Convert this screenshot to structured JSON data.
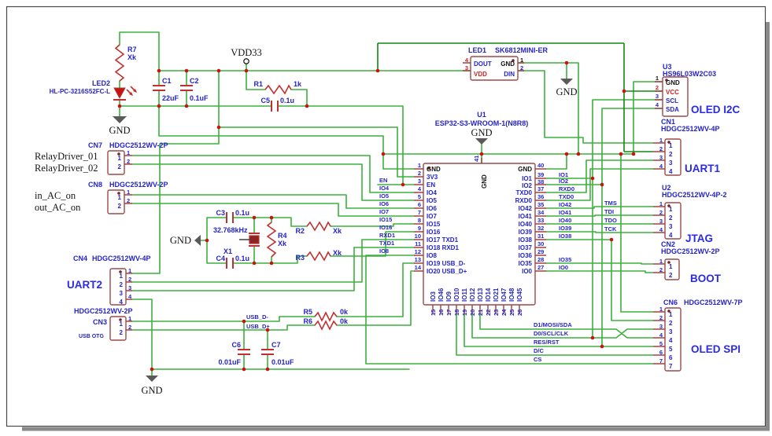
{
  "power": {
    "vdd33": "VDD33",
    "gnd": "GND"
  },
  "top_left": {
    "r7_ref": "R7",
    "r7_val": "Xk",
    "led2_ref": "LED2",
    "led2_val": "HL-PC-3216S52FC-L",
    "c1_ref": "C1",
    "c1_val": "22uF",
    "c2_ref": "C2",
    "c2_val": "0.1uF"
  },
  "reset": {
    "r1_ref": "R1",
    "r1_val": "1k",
    "c5_ref": "C5",
    "c5_val": "0.1u"
  },
  "led1": {
    "ref": "LED1",
    "value": "SK6812MINI-ER",
    "p4": "4",
    "p3": "3",
    "p1": "1",
    "p2": "2",
    "dout": "DOUT",
    "vdd": "VDD",
    "gnd": "GND",
    "din": "DIN"
  },
  "u3": {
    "ref": "U3",
    "value": "HS96L03W2C03",
    "label": "OLED I2C",
    "nums": [
      "1",
      "2",
      "3",
      "4"
    ],
    "names": [
      "GND",
      "VCC",
      "SCL",
      "SDA"
    ]
  },
  "cn1": {
    "ref": "CN1",
    "value": "HDGC2512WV-4P",
    "label": "UART1",
    "nums": [
      "1",
      "2",
      "3",
      "4"
    ]
  },
  "u2": {
    "ref": "U2",
    "value": "HDGC2512WV-4P-2",
    "label": "JTAG",
    "nums": [
      "1",
      "2",
      "3",
      "4"
    ],
    "nets": [
      "TMS",
      "TDI",
      "TDO",
      "TCK"
    ]
  },
  "cn2": {
    "ref": "CN2",
    "value": "HDGC2512WV-2P",
    "label": "BOOT",
    "nums": [
      "1",
      "2"
    ]
  },
  "cn6": {
    "ref": "CN6",
    "value": "HDGC2512WV-7P",
    "label": "OLED SPI",
    "nums": [
      "1",
      "2",
      "3",
      "4",
      "5",
      "6",
      "7"
    ],
    "nets": [
      "D1/MOSI/SDA",
      "D0/SCL/CLK",
      "RES/RST",
      "D/C",
      "CS"
    ]
  },
  "u1": {
    "ref": "U1",
    "value": "ESP32-S3-WROOM-1(N8R8)",
    "pin41": "41",
    "pin41_name": "GND",
    "left_pins": [
      [
        "1",
        "GND"
      ],
      [
        "2",
        "3V3"
      ],
      [
        "3",
        "EN"
      ],
      [
        "4",
        "IO4"
      ],
      [
        "5",
        "IO5"
      ],
      [
        "6",
        "IO6"
      ],
      [
        "7",
        "IO7"
      ],
      [
        "8",
        "IO15"
      ],
      [
        "9",
        "IO16"
      ],
      [
        "10",
        "IO17 TXD1"
      ],
      [
        "11",
        "IO18 RXD1"
      ],
      [
        "12",
        "IO8"
      ],
      [
        "13",
        "IO19 USB_D-"
      ],
      [
        "14",
        "IO20 USB_D+"
      ]
    ],
    "left_nets": [
      "EN",
      "IO4",
      "IO5",
      "IO6",
      "IO7",
      "IO15",
      "IO16",
      "RXD1",
      "TXD1",
      "IO8"
    ],
    "right_pins": [
      [
        "40",
        "GND"
      ],
      [
        "39",
        "IO1"
      ],
      [
        "38",
        "IO2"
      ],
      [
        "37",
        "TXD0"
      ],
      [
        "36",
        "RXD0"
      ],
      [
        "35",
        "IO42"
      ],
      [
        "34",
        "IO41"
      ],
      [
        "33",
        "IO40"
      ],
      [
        "32",
        "IO39"
      ],
      [
        "31",
        "IO38"
      ],
      [
        "30",
        "IO37"
      ],
      [
        "29",
        "IO36"
      ],
      [
        "28",
        "IO35"
      ],
      [
        "27",
        "IO0"
      ]
    ],
    "right_nets": [
      "IO1",
      "IO2",
      "RXD0",
      "TXD0",
      "IO42",
      "IO41",
      "IO40",
      "IO39",
      "IO38",
      "IO35",
      "IO0"
    ],
    "bottom_pins": [
      [
        "15",
        "IO3"
      ],
      [
        "16",
        "IO46"
      ],
      [
        "17",
        "IO9"
      ],
      [
        "18",
        "IO10"
      ],
      [
        "19",
        "IO11"
      ],
      [
        "20",
        "IO12"
      ],
      [
        "21",
        "IO13"
      ],
      [
        "22",
        "IO14"
      ],
      [
        "23",
        "IO21"
      ],
      [
        "24",
        "IO47"
      ],
      [
        "25",
        "IO48"
      ],
      [
        "26",
        "IO45"
      ]
    ]
  },
  "cn7": {
    "ref": "CN7",
    "value": "HDGC2512WV-2P",
    "nums": [
      "1",
      "2"
    ],
    "net1": "RelayDriver_01",
    "net2": "RelayDriver_02"
  },
  "cn8": {
    "ref": "CN8",
    "value": "HDGC2512WV-2P",
    "nums": [
      "1",
      "2"
    ],
    "net1": "in_AC_on",
    "net2": "out_AC_on"
  },
  "xtal": {
    "c3_ref": "C3",
    "c3_val": "0.1u",
    "c4_ref": "C4",
    "c4_val": "0.1u",
    "x1_ref": "X1",
    "x1_val": "32.768kHz",
    "r4_ref": "R4",
    "r4_val": "Xk",
    "r2_ref": "R2",
    "r2_val": "Xk",
    "r3_ref": "R3",
    "r3_val": "Xk"
  },
  "cn4": {
    "ref": "CN4",
    "value": "HDGC2512WV-4P",
    "label": "UART2",
    "nums": [
      "1",
      "2",
      "3",
      "4"
    ]
  },
  "cn3": {
    "ref": "CN3",
    "value": "HDGC2512WV-2P",
    "label": "USB OTG",
    "nums": [
      "1",
      "2"
    ]
  },
  "usb": {
    "r5_ref": "R5",
    "r5_val": "0k",
    "r6_ref": "R6",
    "r6_val": "0k",
    "c6_ref": "C6",
    "c6_val": "0.01uF",
    "c7_ref": "C7",
    "c7_val": "0.01uF",
    "dm": "USB_D-",
    "dp": "USB_D+"
  }
}
